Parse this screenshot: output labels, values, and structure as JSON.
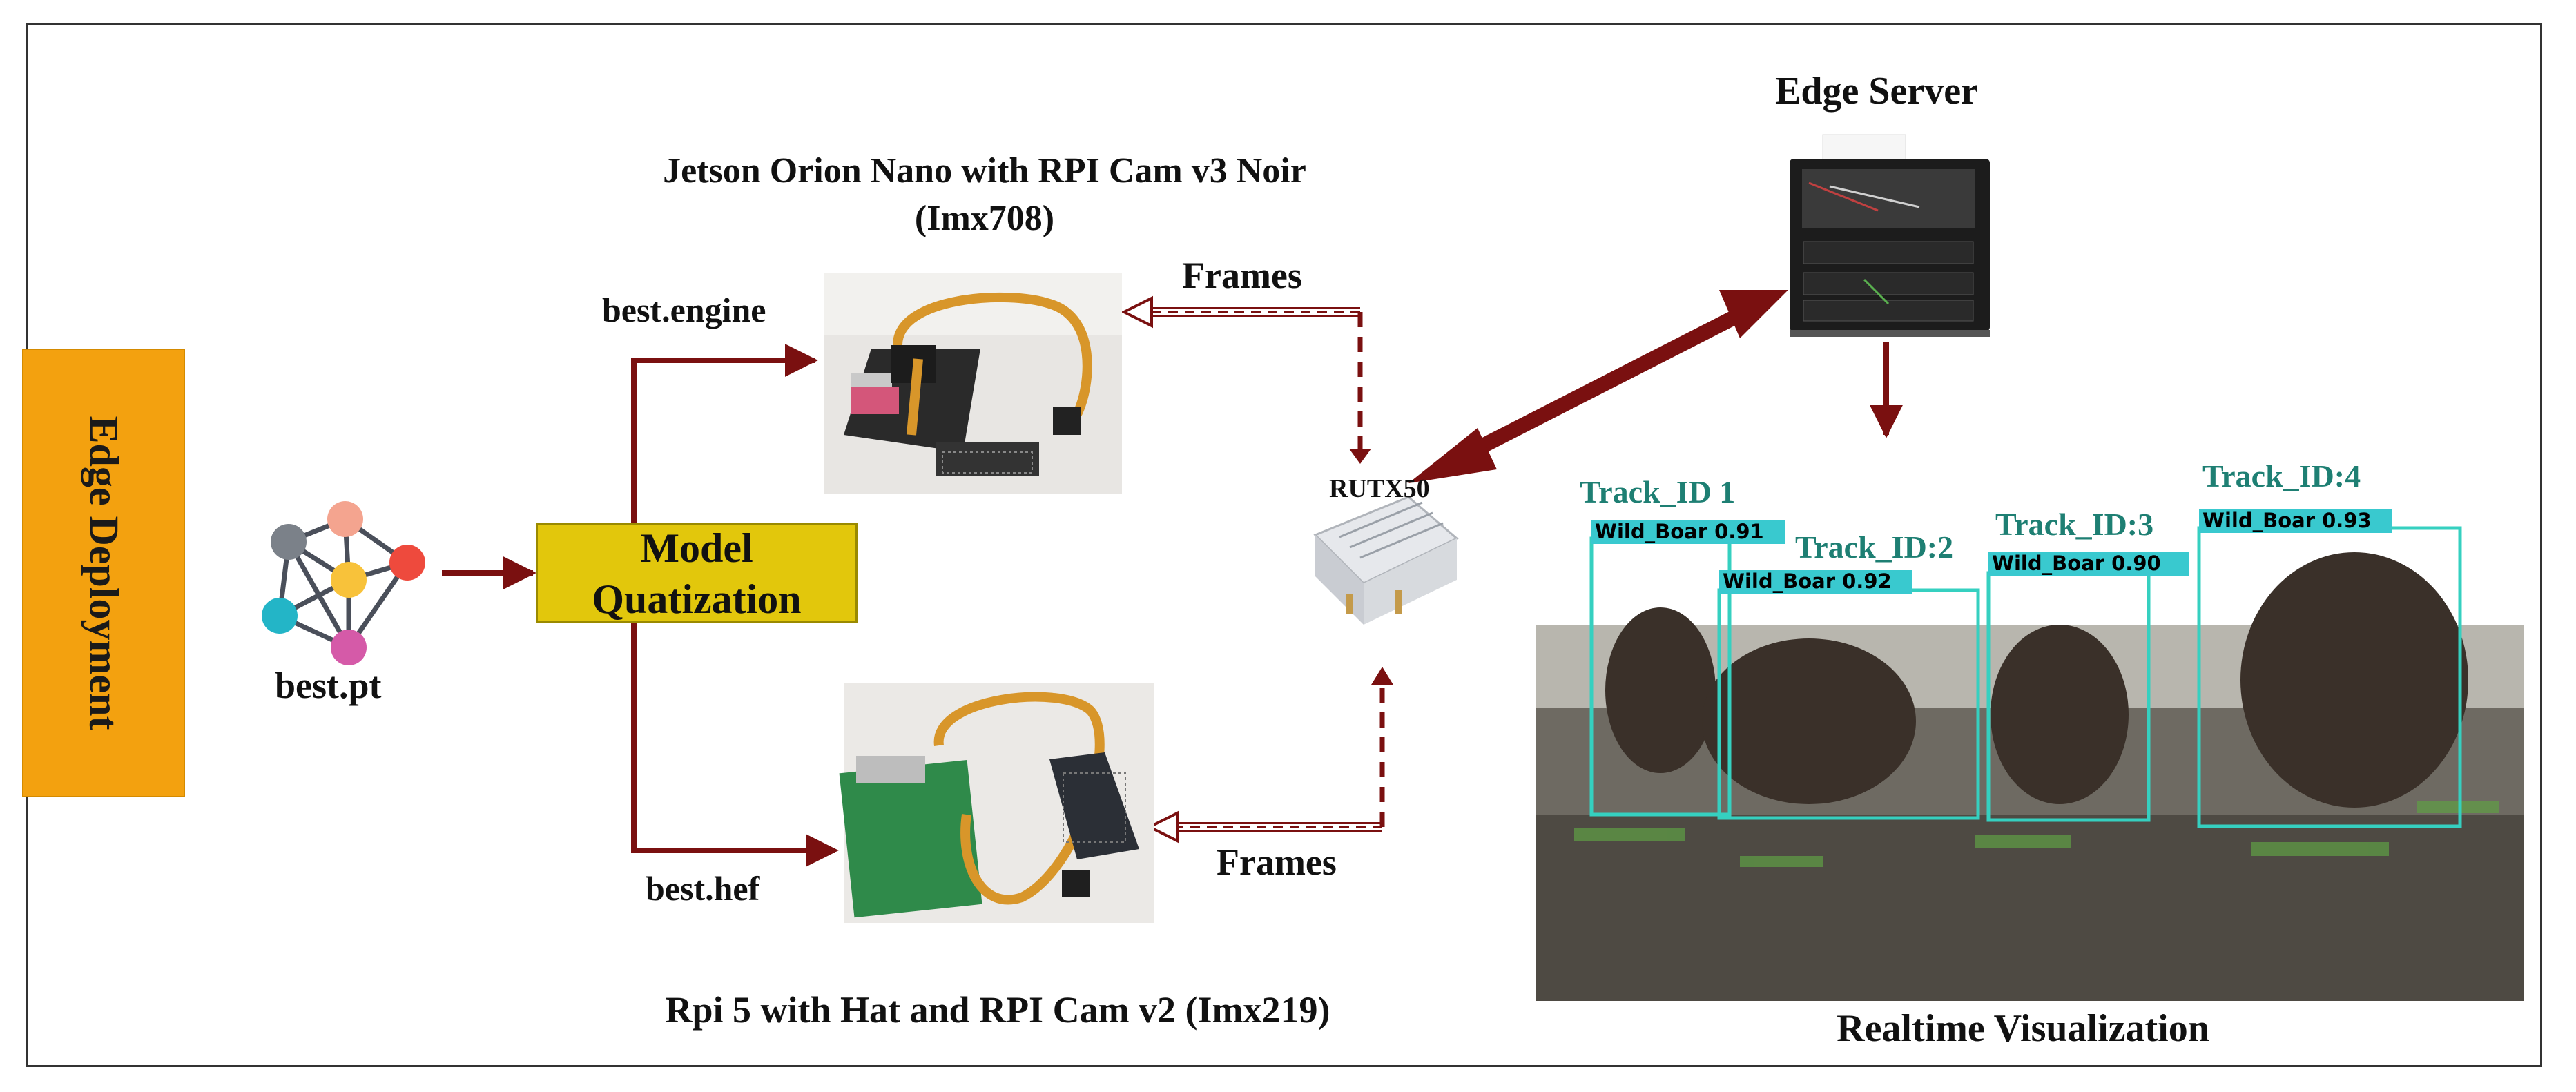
{
  "left_block": {
    "label": "Edge Deployment",
    "color": "#f3a10f"
  },
  "model": {
    "file": "best.pt",
    "node_colors": [
      "#7b8189",
      "#f4a48f",
      "#ee4a3d",
      "#f8c23a",
      "#23b5c7",
      "#d55aa8"
    ]
  },
  "quantization": {
    "line1": "Model",
    "line2": "Quatization",
    "color": "#e2c70c"
  },
  "outputs": {
    "engine": "best.engine",
    "hef": "best.hef"
  },
  "jetson": {
    "title_line1": "Jetson Orion Nano with RPI Cam v3 Noir",
    "title_line2": "(Imx708)"
  },
  "rpi": {
    "title": "Rpi 5 with Hat and RPI Cam v2 (Imx219)"
  },
  "router": {
    "label": "RUTX50"
  },
  "frames": {
    "top": "Frames",
    "bottom": "Frames"
  },
  "edge_server": {
    "label": "Edge Server"
  },
  "visualization": {
    "caption": "Realtime Visualization",
    "detections": [
      {
        "track": "Track_ID 1",
        "label": "Wild_Boar  0.91"
      },
      {
        "track": "Track_ID:2",
        "label": "Wild_Boar  0.92"
      },
      {
        "track": "Track_ID:3",
        "label": "Wild_Boar  0.90"
      },
      {
        "track": "Track_ID:4",
        "label": "Wild_Boar  0.93"
      }
    ]
  },
  "colors": {
    "arrow": "#7a1010",
    "box": "#35d0c0",
    "label_bg": "#39c9cf",
    "track_text": "#1e7f73"
  }
}
